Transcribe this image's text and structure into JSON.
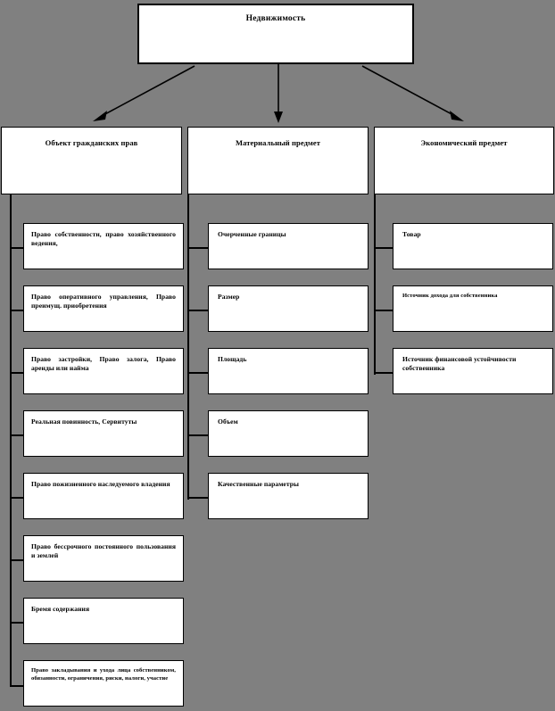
{
  "diagram": {
    "type": "hierarchy-tree",
    "background_color": "#808080",
    "box_fill": "#ffffff",
    "line_color": "#000000",
    "root": {
      "label": "Недвижимость"
    },
    "categories": [
      {
        "label": "Объект гражданских прав"
      },
      {
        "label": "Материальный предмет"
      },
      {
        "label": "Экономический предмет"
      }
    ],
    "column1_items": [
      {
        "label": "Право собственности,  право хозяйственного  ведения,"
      },
      {
        "label": "Право оперативного управления, Право преимущ. приобретения"
      },
      {
        "label": "Право   застройки,   Право залога,  Право  аренды  или найма"
      },
      {
        "label": "Реальная повинность, Сервитуты"
      },
      {
        "label": "Право пожизненного наследуемого владения"
      },
      {
        "label": "Право       бессрочного постоянного   пользования   и землей"
      },
      {
        "label": "Бремя содержания"
      },
      {
        "label": "Право закладывания и ухода лица собственником, обязанности, ограничения, риски, налоги, участие"
      }
    ],
    "column2_items": [
      {
        "label": "Очерченные  границы"
      },
      {
        "label": "Размер"
      },
      {
        "label": "Площадь"
      },
      {
        "label": "Объем"
      },
      {
        "label": "Качественные  параметры"
      }
    ],
    "column3_items": [
      {
        "label": "Товар"
      },
      {
        "label": "Источник дохода для собственника"
      },
      {
        "label": "Источник  финансовой  устойчивости собственника"
      }
    ]
  }
}
